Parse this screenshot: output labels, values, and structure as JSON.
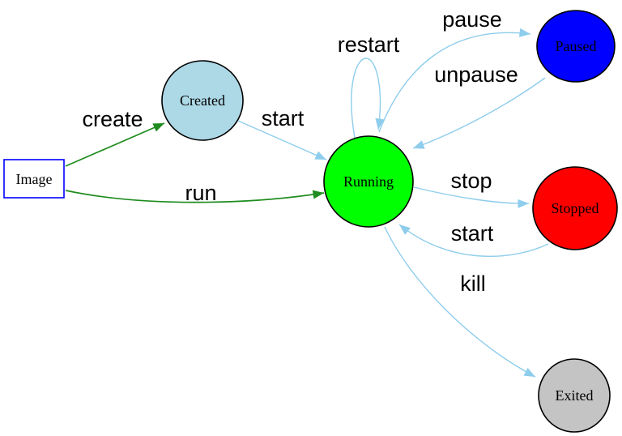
{
  "page": {
    "background": "#ffffff",
    "description": "Container lifecycle state diagram"
  },
  "diagram": {
    "colors": {
      "action_edge_green": "#1e8c1e",
      "transition_edge_blue": "#8ecdec",
      "node_border": "#000000",
      "image_border": "#0000ff",
      "label_text": "#000000"
    },
    "nodes": {
      "image": {
        "label": "Image",
        "shape": "rectangle",
        "fill": "#ffffff",
        "border": "#0000ff"
      },
      "created": {
        "label": "Created",
        "shape": "ellipse",
        "fill": "#add8e6",
        "border": "#000000"
      },
      "running": {
        "label": "Running",
        "shape": "ellipse",
        "fill": "#00ff00",
        "border": "#000000"
      },
      "paused": {
        "label": "Paused",
        "shape": "ellipse",
        "fill": "#0000ff",
        "border": "#000000"
      },
      "stopped": {
        "label": "Stopped",
        "shape": "ellipse",
        "fill": "#ff0000",
        "border": "#000000"
      },
      "exited": {
        "label": "Exited",
        "shape": "ellipse",
        "fill": "#c4c4c4",
        "border": "#000000"
      }
    },
    "edges": {
      "create": {
        "from": "image",
        "to": "created",
        "label": "create",
        "color": "#1e8c1e"
      },
      "run": {
        "from": "image",
        "to": "running",
        "label": "run",
        "color": "#1e8c1e"
      },
      "start_created": {
        "from": "created",
        "to": "running",
        "label": "start",
        "color": "#8ecdec"
      },
      "restart": {
        "from": "running",
        "to": "running",
        "label": "restart",
        "color": "#8ecdec"
      },
      "pause": {
        "from": "running",
        "to": "paused",
        "label": "pause",
        "color": "#8ecdec"
      },
      "unpause": {
        "from": "paused",
        "to": "running",
        "label": "unpause",
        "color": "#8ecdec"
      },
      "stop": {
        "from": "running",
        "to": "stopped",
        "label": "stop",
        "color": "#8ecdec"
      },
      "start_stopped": {
        "from": "stopped",
        "to": "running",
        "label": "start",
        "color": "#8ecdec"
      },
      "kill": {
        "from": "running",
        "to": "exited",
        "label": "kill",
        "color": "#8ecdec"
      }
    }
  }
}
